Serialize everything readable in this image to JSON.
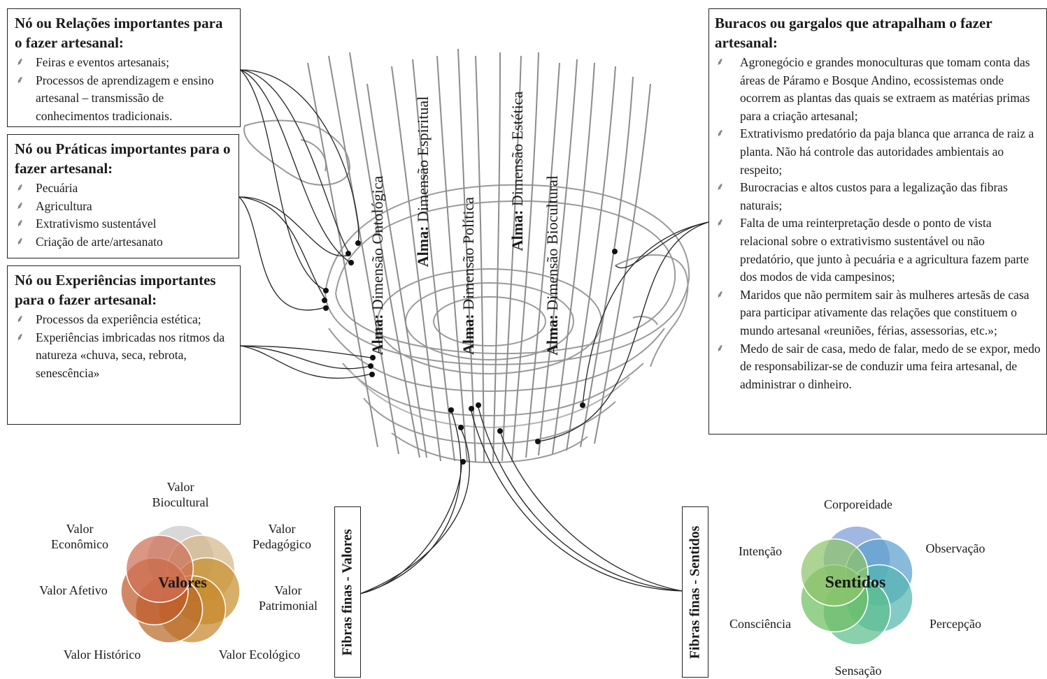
{
  "boxes": {
    "relacoes": {
      "title": "Nó ou Relações importantes para o fazer artesanal:",
      "items": [
        "Feiras e eventos artesanais;",
        "Processos de aprendizagem e ensino artesanal – transmissão de conhecimentos tradicionais."
      ]
    },
    "praticas": {
      "title": "Nó ou Práticas importantes para o fazer artesanal:",
      "items": [
        "Pecuária",
        "Agricultura",
        "Extrativismo sustentável",
        "Criação de arte/artesanato"
      ]
    },
    "experiencias": {
      "title": "Nó ou Experiências importantes para o fazer artesanal:",
      "items": [
        "Processos da experiência estética;",
        "Experiências imbricadas nos ritmos da natureza «chuva, seca, rebrota, senescência»"
      ]
    },
    "buracos": {
      "title": "Buracos ou gargalos que atrapalham o fazer artesanal:",
      "items": [
        "Agronegócio e grandes monoculturas que tomam conta das áreas de Páramo e Bosque Andino, ecossistemas onde ocorrem as plantas das quais se extraem as matérias primas para a criação artesanal;",
        "Extrativismo predatório da paja blanca que arranca de raiz a planta. Não há controle das autoridades ambientais ao respeito;",
        "Burocracias e altos custos para a legalização das fibras naturais;",
        "Falta de uma reinterpretação desde o ponto de vista relacional sobre o extrativismo sustentável ou não predatório, que junto à pecuária e a agricultura fazem parte dos modos de vida campesinos;",
        "Maridos que não permitem sair às mulheres artesãs de casa para participar ativamente das relações que constituem o mundo artesanal «reuniões, férias, assessorias, etc.»;",
        "Medo de sair de casa, medo de falar, medo de se expor, medo de responsabilizar-se de conduzir uma feira artesanal, de administrar o dinheiro."
      ]
    }
  },
  "bullet_icon": "plant-sprig-icon",
  "alma": [
    {
      "prefix": "Alma:",
      "text": "Dimensão Ontológica"
    },
    {
      "prefix": "Alma:",
      "text": "Dimensão Espiritual"
    },
    {
      "prefix": "Alma:",
      "text": "Dimensão Política"
    },
    {
      "prefix": "Alma:",
      "text": "Dimensão Estética"
    },
    {
      "prefix": "Alma:",
      "text": "Dimensão Biocultural"
    }
  ],
  "fibras_valores": "Fibras finas - Valores",
  "fibras_sentidos": "Fibras finas - Sentidos",
  "valores": {
    "center": "Valores",
    "labels": [
      "Valor Biocultural",
      "Valor Pedagógico",
      "Valor Patrimonial",
      "Valor Ecológico",
      "Valor Histórico",
      "Valor Afetivo",
      "Valor Econômico"
    ],
    "colors": [
      "#c9c9c9",
      "#d4b98a",
      "#c8902e",
      "#c8862a",
      "#b86a2a",
      "#c05a2a",
      "#cf6f55"
    ]
  },
  "sentidos": {
    "center": "Sentidos",
    "labels": [
      "Corporeidade",
      "Observação",
      "Percepção",
      "Sensação",
      "Consciência",
      "Intenção"
    ],
    "colors": [
      "#7c9bd6",
      "#5a9fcf",
      "#54b5b0",
      "#5cbf8e",
      "#6fbf62",
      "#8fc46a"
    ]
  }
}
